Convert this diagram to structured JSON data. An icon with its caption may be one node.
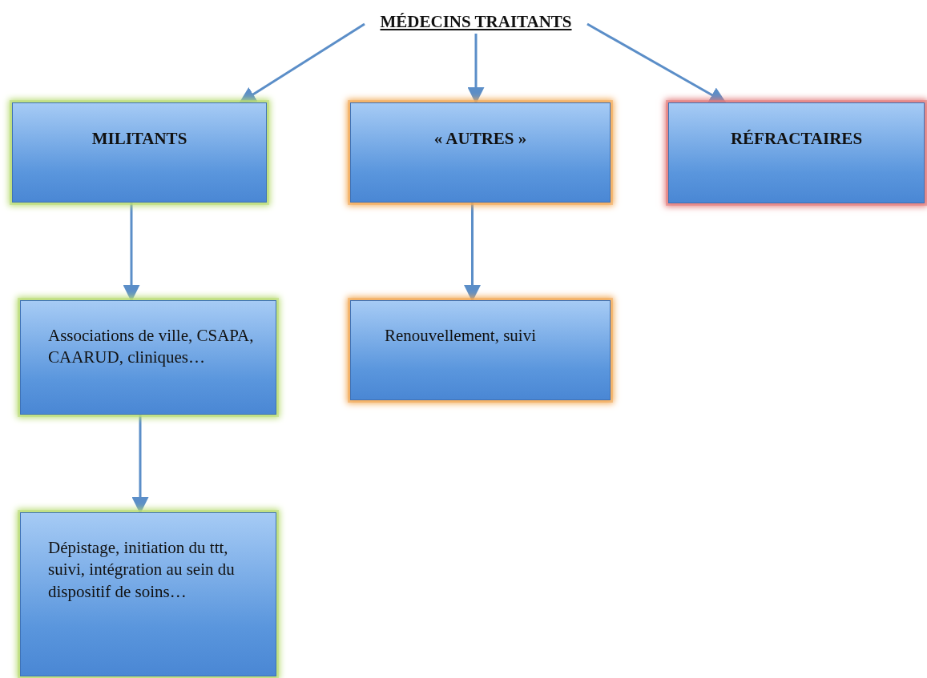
{
  "diagram": {
    "nodes": [
      {
        "text": [
          "MÉDECINS TRAITANTS"
        ]
      },
      {
        "text": [
          "MILITANTS"
        ]
      },
      {
        "text": [
          "« AUTRES »"
        ]
      },
      {
        "text": [
          "RÉFRACTAIRES"
        ]
      },
      {
        "text": [
          "Associations de ville, CSAPA, CAARUD, cliniques…"
        ]
      },
      {
        "text": [
          "Renouvellement, suivi"
        ]
      },
      {
        "text": [
          "Dépistage, initiation du ttt, suivi, intégration au sein du dispositif de soins…"
        ]
      }
    ],
    "edges": [
      {
        "from": 0,
        "to": 1,
        "arrow": "to"
      },
      {
        "from": 0,
        "to": 2,
        "arrow": "to"
      },
      {
        "from": 0,
        "to": 3,
        "arrow": "to"
      },
      {
        "from": 1,
        "to": 4,
        "arrow": "to"
      },
      {
        "from": 2,
        "to": 5,
        "arrow": "to"
      },
      {
        "from": 4,
        "to": 6,
        "arrow": "to"
      }
    ]
  }
}
